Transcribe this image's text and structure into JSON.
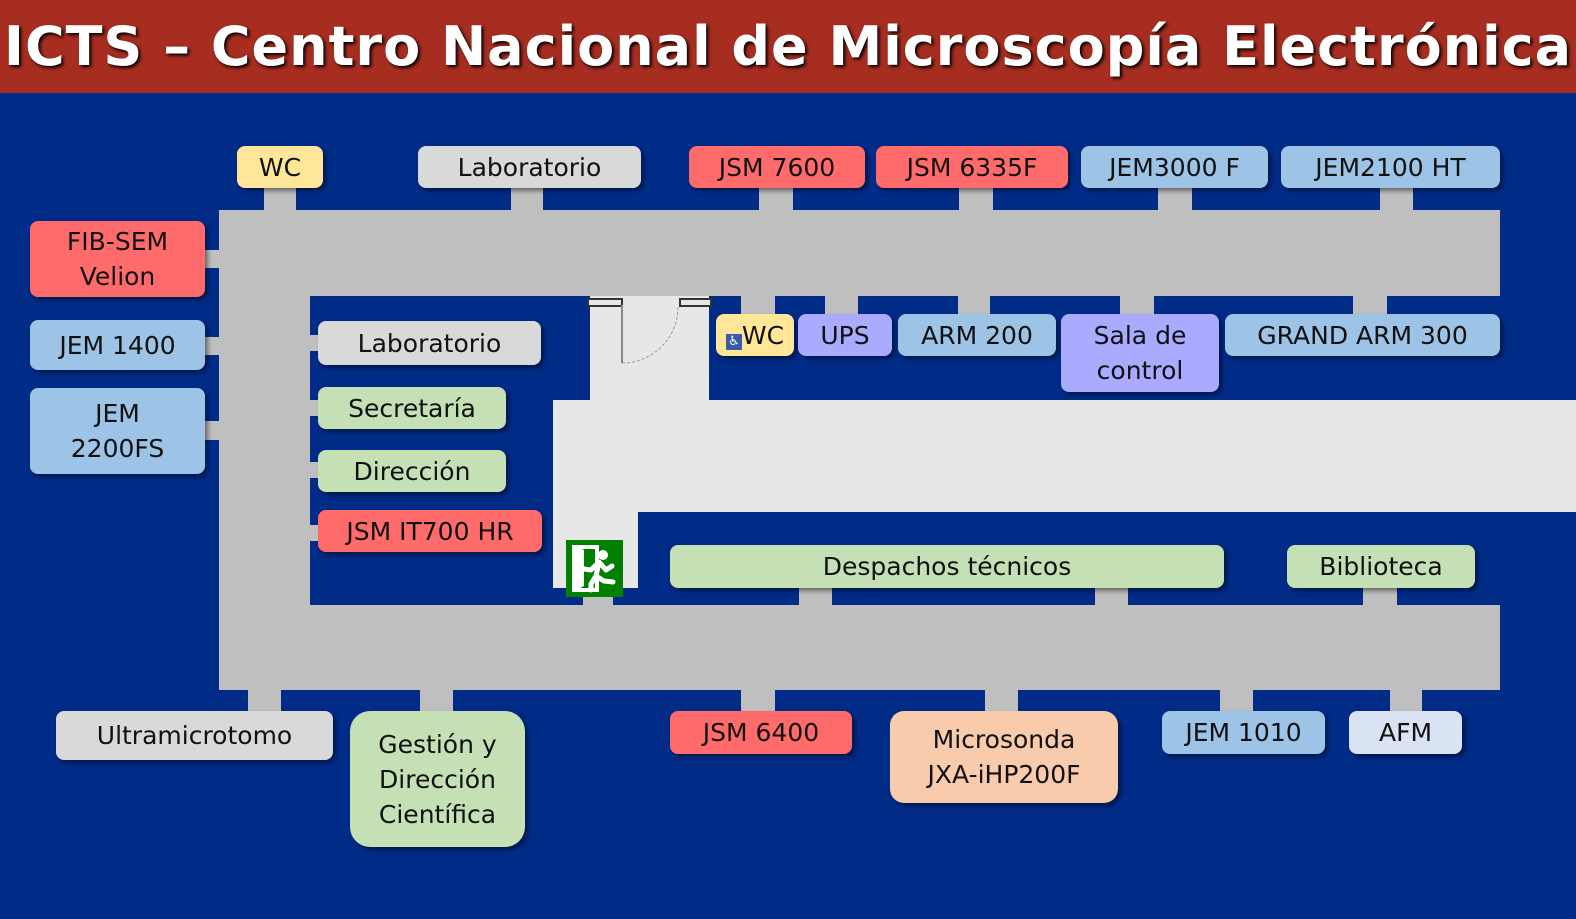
{
  "title": "ICTS – Centro Nacional de Microscopía Electrónica",
  "rooms": {
    "wc_top": "WC",
    "lab_top": "Laboratorio",
    "jsm7600": "JSM 7600",
    "jsm6335f": "JSM 6335F",
    "jem3000f": "JEM3000 F",
    "jem2100ht": "JEM2100 HT",
    "fibsem": "FIB-SEM Velion",
    "jem1400": "JEM 1400",
    "jem2200fs": "JEM 2200FS",
    "lab_left": "Laboratorio",
    "secretaria": "Secretaría",
    "direccion": "Dirección",
    "jsmit700": "JSM IT700 HR",
    "wc_inner": "WC",
    "ups": "UPS",
    "arm200": "ARM 200",
    "sala_control": "Sala de control",
    "grandarm300": "GRAND ARM 300",
    "despachos": "Despachos técnicos",
    "biblioteca": "Biblioteca",
    "ultramicrotomo": "Ultramicrotomo",
    "gestion": "Gestión y Dirección Científica",
    "jsm6400": "JSM 6400",
    "microsonda": "Microsonda JXA-iHP200F",
    "jem1010": "JEM 1010",
    "afm": "AFM"
  },
  "colors": {
    "background": "#002b87",
    "header": "#a62d20",
    "corridor": "#bfbfbf",
    "red": "#ff6b6b",
    "blue": "#9dc3e6",
    "green": "#c5e0b4",
    "exit": "#008000"
  }
}
